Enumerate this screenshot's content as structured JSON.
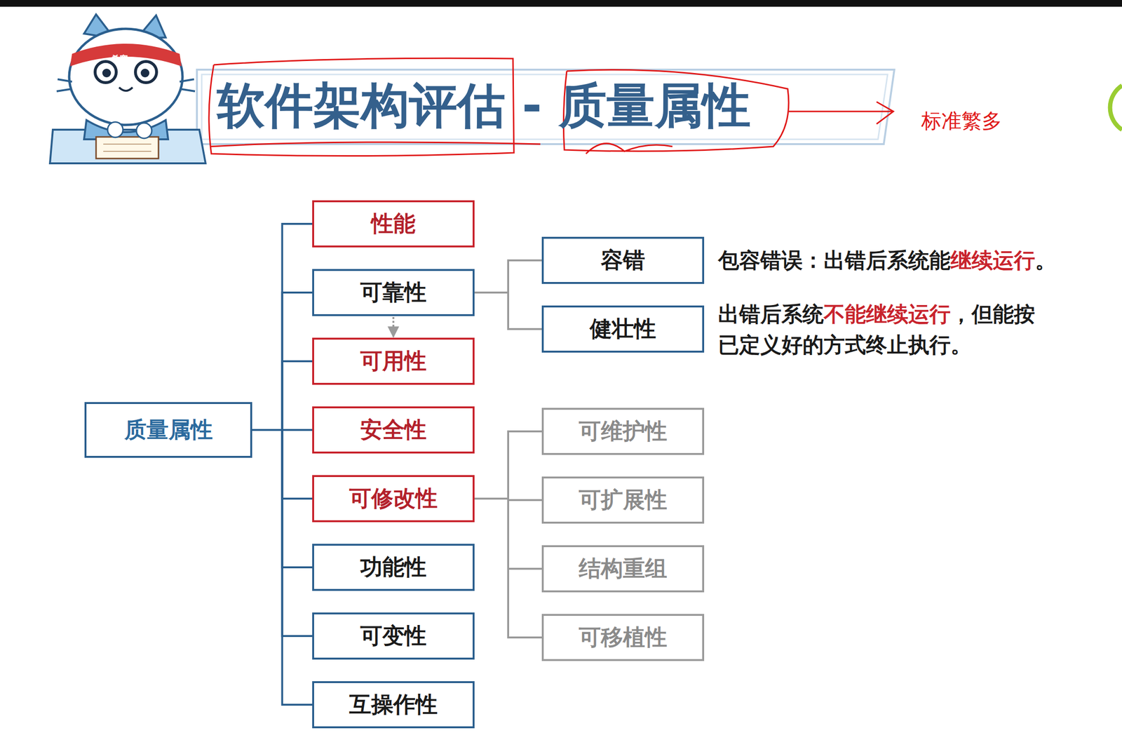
{
  "diagram": {
    "title": "软件架构评估 - 质量属性",
    "nodes": [
      {
        "text": [
          "质量属性"
        ]
      },
      {
        "text": [
          "性能"
        ]
      },
      {
        "text": [
          "可靠性"
        ]
      },
      {
        "text": [
          "可用性"
        ]
      },
      {
        "text": [
          "安全性"
        ]
      },
      {
        "text": [
          "可修改性"
        ]
      },
      {
        "text": [
          "功能性"
        ]
      },
      {
        "text": [
          "可变性"
        ]
      },
      {
        "text": [
          "互操作性"
        ]
      },
      {
        "text": [
          "容错"
        ]
      },
      {
        "text": [
          "健壮性"
        ]
      },
      {
        "text": [
          "可维护性"
        ]
      },
      {
        "text": [
          "可扩展性"
        ]
      },
      {
        "text": [
          "结构重组"
        ]
      },
      {
        "text": [
          "可移植性"
        ]
      }
    ],
    "edges": [
      {
        "from": 0,
        "to": 1,
        "arrow": "none"
      },
      {
        "from": 0,
        "to": 2,
        "arrow": "none"
      },
      {
        "from": 0,
        "to": 3,
        "arrow": "none"
      },
      {
        "from": 0,
        "to": 4,
        "arrow": "none"
      },
      {
        "from": 0,
        "to": 5,
        "arrow": "none"
      },
      {
        "from": 0,
        "to": 6,
        "arrow": "none"
      },
      {
        "from": 0,
        "to": 7,
        "arrow": "none"
      },
      {
        "from": 0,
        "to": 8,
        "arrow": "none"
      },
      {
        "from": 2,
        "to": 9,
        "arrow": "none"
      },
      {
        "from": 2,
        "to": 10,
        "arrow": "none"
      },
      {
        "from": 2,
        "to": 3,
        "arrow": "to"
      },
      {
        "from": 5,
        "to": 11,
        "arrow": "none"
      },
      {
        "from": 5,
        "to": 12,
        "arrow": "none"
      },
      {
        "from": 5,
        "to": 13,
        "arrow": "none"
      },
      {
        "from": 5,
        "to": 14,
        "arrow": "none"
      }
    ],
    "labels": [
      "包容错误：出错后系统能",
      "继续运行",
      "。",
      "出错后系统",
      "不能继续运行",
      "，但能按已定义好的方式终止执行。",
      "标准繁多",
      "希赛"
    ]
  }
}
